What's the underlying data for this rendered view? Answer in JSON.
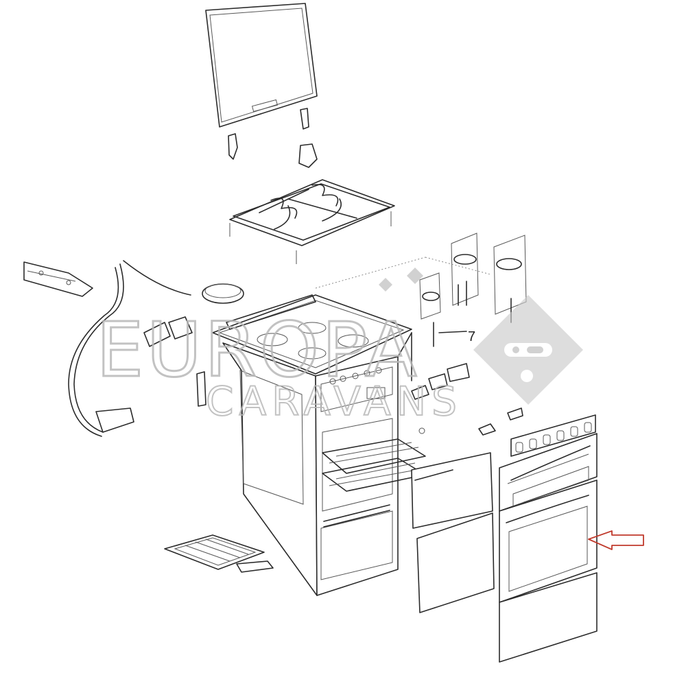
{
  "diagram": {
    "callout_number": "7",
    "watermark": {
      "line1": "EUROPA",
      "line2": "CARAVANS"
    },
    "colors": {
      "line": "#2a2a2a",
      "arrow": "#c0392b",
      "watermark": "#b8b8b8"
    },
    "highlight_icon": "arrow-left-icon"
  }
}
